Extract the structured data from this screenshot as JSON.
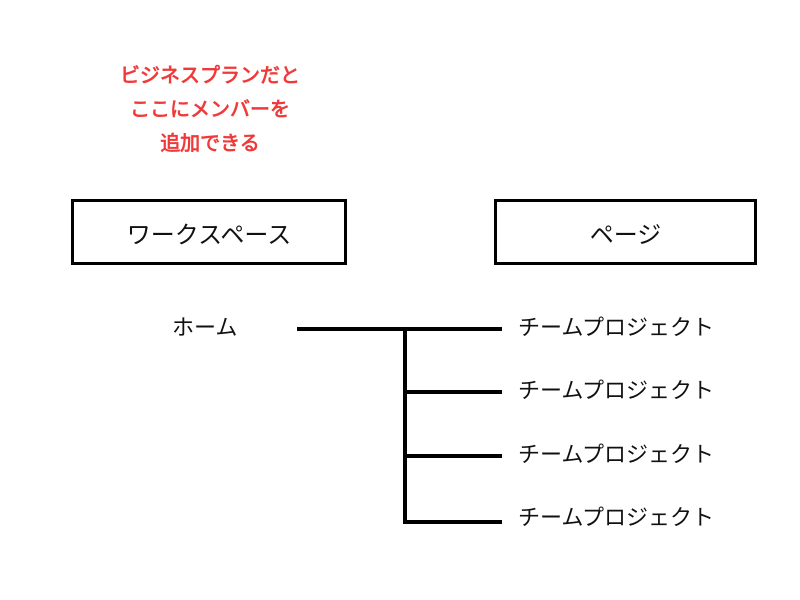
{
  "note": {
    "lines": [
      "ビジネスプランだと",
      "ここにメンバーを",
      "追加できる"
    ],
    "color": "#f03a3a"
  },
  "boxes": {
    "workspace": "ワークスペース",
    "page": "ページ"
  },
  "tree": {
    "root": "ホーム",
    "children": [
      "チームプロジェクト",
      "チームプロジェクト",
      "チームプロジェクト",
      "チームプロジェクト"
    ]
  }
}
